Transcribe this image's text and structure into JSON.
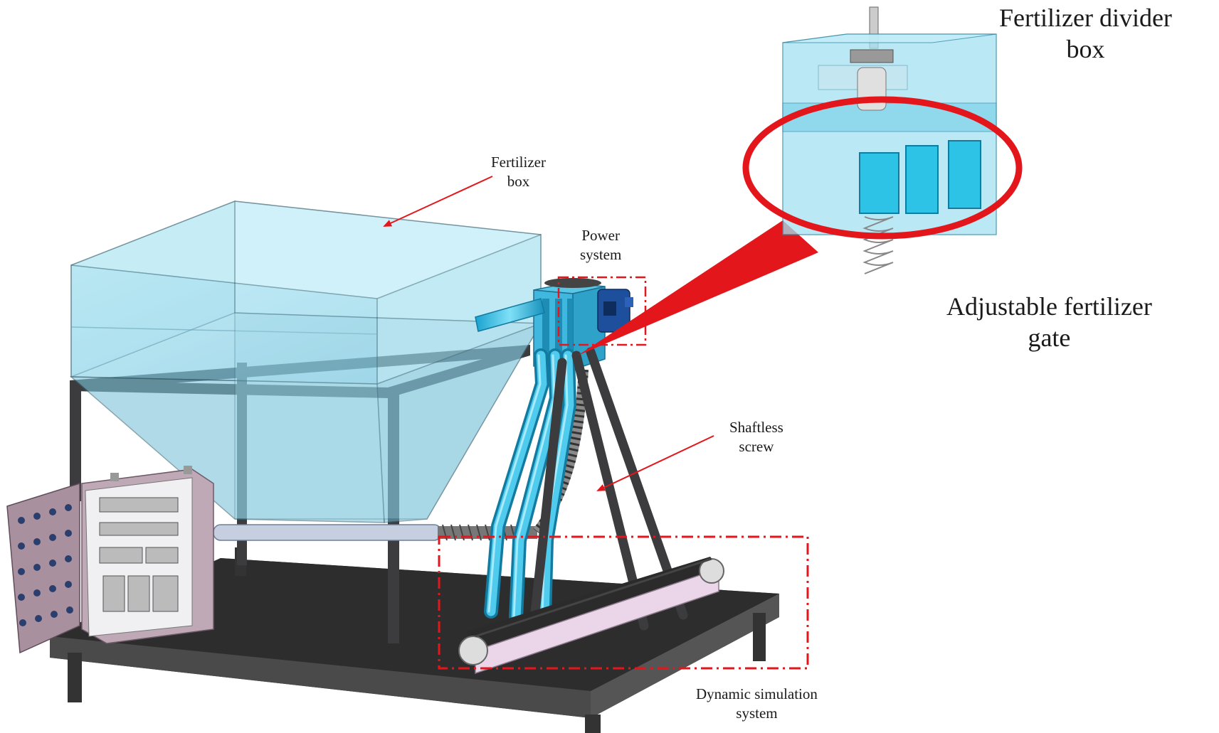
{
  "labels": {
    "fertilizer_box": {
      "line1": "Fertilizer",
      "line2": "box"
    },
    "power_system": {
      "line1": "Power",
      "line2": "system"
    },
    "shaftless_screw": {
      "line1": "Shaftless",
      "line2": "screw"
    },
    "dynamic_simulation": {
      "line1": "Dynamic simulation",
      "line2": "system"
    },
    "divider_box": {
      "line1": "Fertilizer divider",
      "line2": "box"
    },
    "adjustable_gate": {
      "line1": "Adjustable fertilizer",
      "line2": "gate"
    }
  },
  "colors": {
    "frame": "#3c3c3e",
    "glass": "#8fd6ec",
    "tube": "#27b6e0",
    "cabinet": "#a9909e",
    "belt_side": "#e8d2e6",
    "callout": "#e3161c",
    "table_top": "#2e2e2e"
  }
}
